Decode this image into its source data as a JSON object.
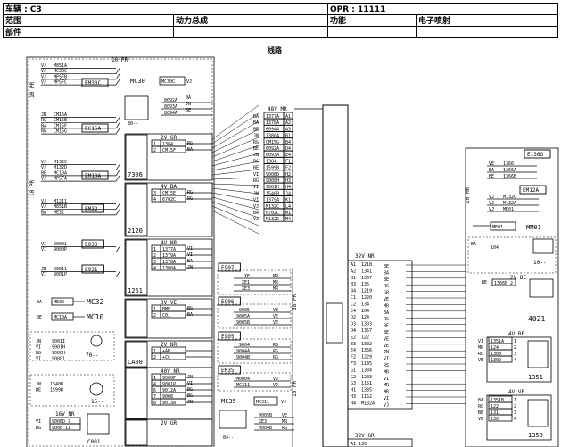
{
  "header": {
    "vehicle": "车辆 : C3",
    "opr": "OPR : 11111",
    "range": "范围",
    "powertrain": "动力总成",
    "function": "功能",
    "fuel_injection": "电子喷射",
    "part": "部件"
  },
  "section_title": "线路",
  "left_panel": {
    "top_label": "10 PR",
    "side_labels": [
      "10 PR",
      "10 PR"
    ],
    "wire_groups": [
      {
        "connector": "EM30C",
        "wires": [
          [
            "VJ",
            "M851A"
          ],
          [
            "VJ",
            "MC30C"
          ],
          [
            "VJ",
            "MPSFB"
          ],
          [
            "VJ",
            "MPSFC"
          ]
        ]
      },
      {
        "connector": "EC15A",
        "wires": [
          [
            "JN",
            "CM15A"
          ],
          [
            "RG",
            "CM15E"
          ],
          [
            "BA",
            "CM15F"
          ],
          [
            "RG",
            "CM15G"
          ]
        ]
      },
      {
        "connector": "EM10A",
        "wires": [
          [
            "VJ",
            "M132C"
          ],
          [
            "VJ",
            "M132D"
          ],
          [
            "BE",
            "MC10A"
          ],
          [
            "VJ",
            "MPSFA"
          ]
        ]
      },
      {
        "connector": "EM32",
        "wires": [
          [
            "VJ",
            "M1211"
          ],
          [
            "VJ",
            "M851B"
          ],
          [
            "BA",
            "ME32"
          ]
        ]
      },
      {
        "connector": "E930",
        "wires": [
          [
            "VI",
            "90001"
          ],
          [
            "VI",
            "9000P"
          ]
        ]
      },
      {
        "connector": "E931",
        "wires": [
          [
            "JN",
            "90011"
          ],
          [
            "VI",
            "9001P"
          ]
        ]
      }
    ],
    "lower_wires": [
      [
        "BA",
        "ME32"
      ],
      [
        "BE",
        "MC10A"
      ]
    ],
    "lower_connectors": [
      "MC32",
      "MC10"
    ],
    "relay_wires": [
      [
        "JN",
        "9001I"
      ],
      [
        "VI",
        "9001H"
      ],
      [
        "RG",
        "9000H"
      ],
      [
        "VI",
        "90001"
      ]
    ],
    "relay_code": "70--",
    "sensor_wires": [
      [
        "JN",
        "1540B"
      ],
      [
        "BE",
        "1599B"
      ]
    ],
    "sensor_code": "15--",
    "bottom_label": "16V NR",
    "bottom_wires": [
      [
        "VI",
        "9006D",
        "7"
      ],
      [
        "BG",
        "9008",
        "11"
      ]
    ],
    "bottom_code": "C001"
  },
  "component_column": {
    "items": [
      {
        "code": "MC30",
        "tag": "MC30C",
        "side": "VJ",
        "wires": [
          [
            "8092A",
            "BA"
          ],
          [
            "8093A",
            "JN"
          ],
          [
            "8094A",
            "BE"
          ]
        ],
        "sub": "80--"
      },
      {
        "code": "7306",
        "connector": "2V GR",
        "wires": [
          [
            "1",
            "1384",
            "RG"
          ],
          [
            "2",
            "CM15F",
            "BA"
          ]
        ]
      },
      {
        "code": "2120",
        "connector": "4V BA",
        "wires": [
          [
            "3",
            "CM15E",
            "RG"
          ],
          [
            "4",
            "6702C",
            "RG"
          ]
        ]
      },
      {
        "code": "1261",
        "connector": "4V NR",
        "wires": [
          [
            "1",
            "1377A",
            "VI"
          ],
          [
            "2",
            "1379A",
            "VI"
          ],
          [
            "3",
            "1378A",
            "BA"
          ],
          [
            "4",
            "1380A",
            "JN"
          ]
        ]
      },
      {
        "code": "",
        "connector": "3V VE",
        "wires": [
          [
            "1",
            "BMF",
            "BG"
          ],
          [
            "2",
            "C01",
            "BA"
          ]
        ]
      },
      {
        "code": "CA00",
        "connector": "2V NR",
        "wires": [
          [
            "1",
            "+AR"
          ],
          [
            "2",
            "+CC"
          ]
        ]
      },
      {
        "code": "",
        "connector": "40V NR",
        "wires": [
          [
            "1",
            "9000P",
            "JN"
          ],
          [
            "4",
            "9001P",
            "VI"
          ],
          [
            "6",
            "9012A",
            "BG"
          ],
          [
            "7",
            "9008",
            "BG"
          ],
          [
            "8",
            "9013A",
            "JN"
          ]
        ]
      },
      {
        "code": "",
        "connector": "2V GR",
        "wires": []
      }
    ]
  },
  "middle_boxes": [
    {
      "tag": "E907",
      "wires": [
        [
          "XE",
          "MR"
        ],
        [
          "XE1",
          "MR"
        ],
        [
          "XE3",
          "MR"
        ]
      ]
    },
    {
      "tag": "E906",
      "wires": [
        [
          "9005",
          "VE"
        ],
        [
          "9005A",
          "VE"
        ],
        [
          "9005B",
          "VE"
        ]
      ]
    },
    {
      "tag": "E905",
      "wires": [
        [
          "9004",
          "RG"
        ],
        [
          "9004A",
          "RG"
        ],
        [
          "9004B",
          "RG"
        ]
      ]
    },
    {
      "tag": "EM35",
      "wires": [
        [
          "M0004",
          "VJ"
        ],
        [
          "MC311",
          "VJ"
        ]
      ]
    }
  ],
  "middle_bottom": {
    "code": "MC35",
    "tag": "MC311",
    "side": "VJ",
    "wires": [
      [
        "9005B",
        "VE"
      ],
      [
        "XE3",
        "MR"
      ],
      [
        "9004B",
        "RG"
      ]
    ],
    "sub": "84--"
  },
  "middle_side_labels": [
    "58 PR",
    "10 PR"
  ],
  "connector_48v": {
    "label": "48V MR",
    "pins": [
      [
        "BA",
        "1377A",
        "A1"
      ],
      [
        "BA",
        "1378A",
        "A2"
      ],
      [
        "BE",
        "6094A",
        "A3"
      ],
      [
        "JN",
        "1380A",
        "B1"
      ],
      [
        "RG",
        "CM15G",
        "B4"
      ],
      [
        "BE",
        "6092A",
        "D4"
      ],
      [
        "JN",
        "6093A",
        "E4"
      ],
      [
        "RG",
        "1384",
        "F1"
      ],
      [
        "BE",
        "1599B",
        "F2"
      ],
      [
        "VI",
        "9006D",
        "H2"
      ],
      [
        "RG",
        "9000H",
        "H3"
      ],
      [
        "VI",
        "9001H",
        "H4"
      ],
      [
        "JN",
        "1540B",
        "J4"
      ],
      [
        "VI",
        "1379A",
        "K1"
      ],
      [
        "VJ",
        "M132C",
        "L4"
      ],
      [
        "BA",
        "6702C",
        "M1"
      ],
      [
        "VJ",
        "M132D",
        "M4"
      ]
    ]
  },
  "connector_32v": {
    "label": "32V NR",
    "pins": [
      [
        "A1",
        "1218",
        "BE"
      ],
      [
        "A2",
        "1341",
        "BA"
      ],
      [
        "B1",
        "1367",
        "BE"
      ],
      [
        "B3",
        "135",
        "RG"
      ],
      [
        "B4",
        "1219",
        "GR"
      ],
      [
        "C1",
        "1220",
        "VE"
      ],
      [
        "C2",
        "134",
        "MR"
      ],
      [
        "C4",
        "104",
        "BA"
      ],
      [
        "D2",
        "124",
        "RG"
      ],
      [
        "D3",
        "1303",
        "BE"
      ],
      [
        "D4",
        "1357",
        "BE"
      ],
      [
        "E2",
        "122",
        "VE"
      ],
      [
        "E3",
        "1302",
        "VE"
      ],
      [
        "E4",
        "1366",
        "JN"
      ],
      [
        "F2",
        "1229",
        "VI"
      ],
      [
        "F3",
        "1135",
        "RS"
      ],
      [
        "G1",
        "1334",
        "MR"
      ],
      [
        "G2",
        "1203",
        "VI"
      ],
      [
        "G3",
        "1151",
        "MR"
      ],
      [
        "H1",
        "1335",
        "MR"
      ],
      [
        "H3",
        "1152",
        "VI"
      ],
      [
        "H4",
        "M132A",
        "VJ"
      ]
    ],
    "bottom_label": "32V GR",
    "bottom_pins": [
      [
        "A1",
        "130",
        "VI"
      ]
    ]
  },
  "right_panel": {
    "side_label": "20 MR",
    "e136g": {
      "tag": "E136G",
      "wires": [
        [
          "VE",
          "1366"
        ],
        [
          "BA",
          "1366A"
        ],
        [
          "BE",
          "1366B"
        ]
      ]
    },
    "em12a": {
      "tag": "EM12A",
      "wires": [
        [
          "VJ",
          "M132C"
        ],
        [
          "VJ",
          "M132A"
        ],
        [
          "VJ",
          "ME01"
        ]
      ]
    },
    "mm01": {
      "tag": "ME01",
      "code": "MM01"
    },
    "box104": {
      "side": "BA",
      "wire": "104",
      "code": "10--"
    },
    "c2v": {
      "connector": "2V BE",
      "wire": [
        "BE",
        "1366B",
        "2"
      ]
    },
    "c4021": {
      "code": "4021"
    },
    "c1351": {
      "connector": "4V BE",
      "wires": [
        [
          "VI",
          "1351A",
          "1"
        ],
        [
          "MR",
          "124",
          "2"
        ],
        [
          "RG",
          "1303",
          "3"
        ],
        [
          "VE",
          "1302",
          "4"
        ]
      ],
      "code": "1351"
    },
    "c1350": {
      "connector": "4V VE",
      "wires": [
        [
          "BA",
          "1351B",
          "1"
        ],
        [
          "RG",
          "122",
          "2"
        ],
        [
          "BE",
          "131",
          "3"
        ],
        [
          "VE",
          "130",
          "4"
        ]
      ],
      "code": "1350"
    }
  }
}
